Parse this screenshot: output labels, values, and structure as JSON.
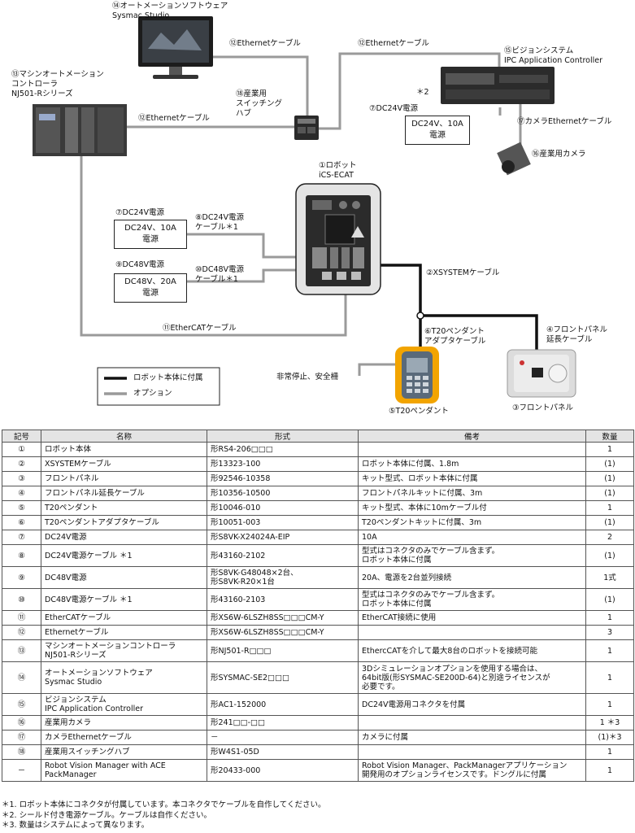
{
  "diagram": {
    "labels": {
      "software": "⑭オートメーションソフトウェア\nSysmac Studio",
      "controller": "⑬マシンオートメーション\nコントローラ\nNJ501-Rシリーズ",
      "vision": "⑮ビジョンシステム\nIPC Application Controller",
      "eth_cable_pc": "⑫Ethernetケーブル",
      "eth_cable_vision": "⑫Ethernetケーブル",
      "eth_cable_ctrl": "⑫Ethernetケーブル",
      "hub": "⑱産業用\nスイッチング\nハブ",
      "star2": "＊2",
      "dc24_top_label": "⑦DC24V電源",
      "camera_cable": "⑰カメラEthernetケーブル",
      "camera": "⑯産業用カメラ",
      "robot": "①ロボット\niCS-ECAT",
      "dc24_left_label": "⑦DC24V電源",
      "dc24_cable": "⑧DC24V電源\nケーブル＊1",
      "dc48_label": "⑨DC48V電源",
      "dc48_cable": "⑩DC48V電源\nケーブル＊1",
      "xsystem": "②XSYSTEMケーブル",
      "ethercat": "⑪EtherCATケーブル",
      "t20_adapter": "⑥T20ペンダント\nアダプタケーブル",
      "front_ext": "④フロントパネル\n延長ケーブル",
      "estop": "非常停止、安全柵",
      "t20": "⑤T20ペンダント",
      "front_panel": "③フロントパネル"
    },
    "boxes": {
      "dc24_top": "DC24V、10A\n電源",
      "dc24_left": "DC24V、10A\n電源",
      "dc48_left": "DC48V、20A\n電源"
    },
    "legend": {
      "included": "ロボット本体に付属",
      "option": "オプション"
    }
  },
  "table": {
    "headers": [
      "記号",
      "名称",
      "形式",
      "備考",
      "数量"
    ],
    "rows": [
      [
        "①",
        "ロボット本体",
        "形RS4-206□□□",
        "",
        "1"
      ],
      [
        "②",
        "XSYSTEMケーブル",
        "形13323-100",
        "ロボット本体に付属、1.8m",
        "(1)"
      ],
      [
        "③",
        "フロントパネル",
        "形92546-10358",
        "キット型式、ロボット本体に付属",
        "(1)"
      ],
      [
        "④",
        "フロントパネル延長ケーブル",
        "形10356-10500",
        "フロントパネルキットに付属、3m",
        "(1)"
      ],
      [
        "⑤",
        "T20ペンダント",
        "形10046-010",
        "キット型式、本体に10mケーブル付",
        "1"
      ],
      [
        "⑥",
        "T20ペンダントアダプタケーブル",
        "形10051-003",
        "T20ペンダントキットに付属、3m",
        "(1)"
      ],
      [
        "⑦",
        "DC24V電源",
        "形S8VK-X24024A-EIP",
        "10A",
        "2"
      ],
      [
        "⑧",
        "DC24V電源ケーブル ＊1",
        "形43160-2102",
        "型式はコネクタのみでケーブル含まず。\nロボット本体に付属",
        "(1)"
      ],
      [
        "⑨",
        "DC48V電源",
        "形S8VK-G48048×2台、\n形S8VK-R20×1台",
        "20A、電源を2台並列接続",
        "1式"
      ],
      [
        "⑩",
        "DC48V電源ケーブル ＊1",
        "形43160-2103",
        "型式はコネクタのみでケーブル含まず。\nロボット本体に付属",
        "(1)"
      ],
      [
        "⑪",
        "EtherCATケーブル",
        "形XS6W-6LSZH8SS□□□CM-Y",
        "EtherCAT接続に使用",
        "1"
      ],
      [
        "⑫",
        "Ethernetケーブル",
        "形XS6W-6LSZH8SS□□□CM-Y",
        "",
        "3"
      ],
      [
        "⑬",
        "マシンオートメーションコントローラ\nNJ501-Rシリーズ",
        "形NJ501-R□□□",
        "EthercCATを介して最大8台のロボットを接続可能",
        "1"
      ],
      [
        "⑭",
        "オートメーションソフトウェア\nSysmac Studio",
        "形SYSMAC-SE2□□□",
        "3Dシミュレーションオプションを使用する場合は、\n64bit版(形SYSMAC-SE200D-64)と別途ライセンスが\n必要です。",
        "1"
      ],
      [
        "⑮",
        "ビジョンシステム\nIPC Application Controller",
        "形AC1-152000",
        "DC24V電源用コネクタを付属",
        "1"
      ],
      [
        "⑯",
        "産業用カメラ",
        "形241□□-□□",
        "",
        "1 ＊3"
      ],
      [
        "⑰",
        "カメラEthernetケーブル",
        "－",
        "カメラに付属",
        "(1)＊3"
      ],
      [
        "⑱",
        "産業用スイッチングハブ",
        "形W4S1-05D",
        "",
        "1"
      ],
      [
        "－",
        "Robot Vision Manager with ACE\nPackManager",
        "形20433-000",
        "Robot Vision Manager、PackManagerアプリケーション\n開発用のオプションライセンスです。ドングルに付属",
        "1"
      ]
    ]
  },
  "footnotes": [
    "＊1. ロボット本体にコネクタが付属しています。本コネクタでケーブルを自作してください。",
    "＊2. シールド付き電源ケーブル。ケーブルは自作ください。",
    "＊3. 数量はシステムによって異なります。"
  ]
}
